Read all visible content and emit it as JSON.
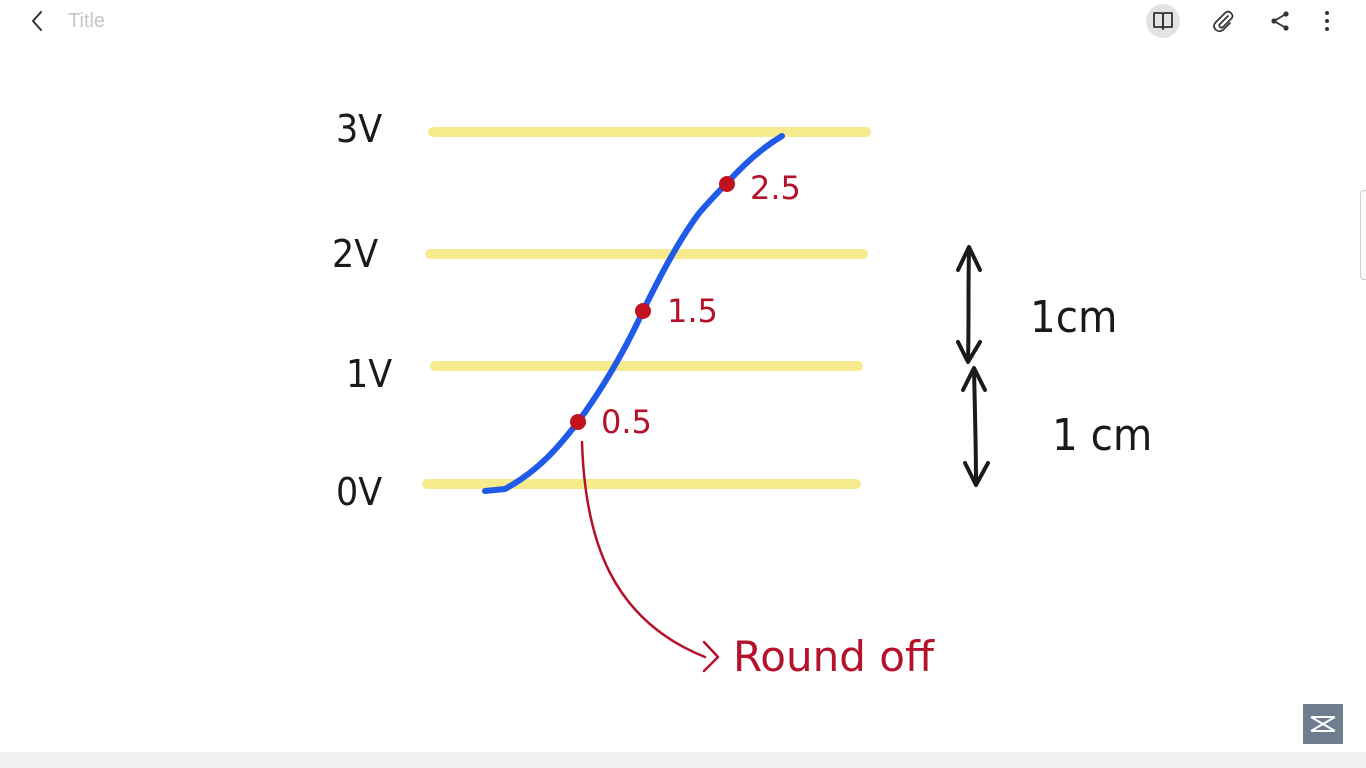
{
  "toolbar": {
    "back_icon": "chevron-left-icon",
    "title_placeholder": "Title",
    "title_value": "",
    "buttons": [
      {
        "name": "reading-mode",
        "icon": "book-icon",
        "active": true
      },
      {
        "name": "attach",
        "icon": "paperclip-icon",
        "active": false
      },
      {
        "name": "share",
        "icon": "share-icon",
        "active": false
      },
      {
        "name": "more-options",
        "icon": "more-vertical-icon",
        "active": false
      }
    ]
  },
  "note": {
    "level_labels": [
      "3V",
      "2V",
      "1V",
      "0V"
    ],
    "point_labels": [
      "2.5",
      "1.5",
      "0.5"
    ],
    "distance_labels": [
      "1cm",
      "1 cm"
    ],
    "annotation": "Round off"
  },
  "colors": {
    "level_line": "#f6ec8e",
    "curve": "#1f5ae8",
    "point": "#c1121f",
    "ink": "#1a1a1a",
    "annotation": "#b3122a"
  }
}
